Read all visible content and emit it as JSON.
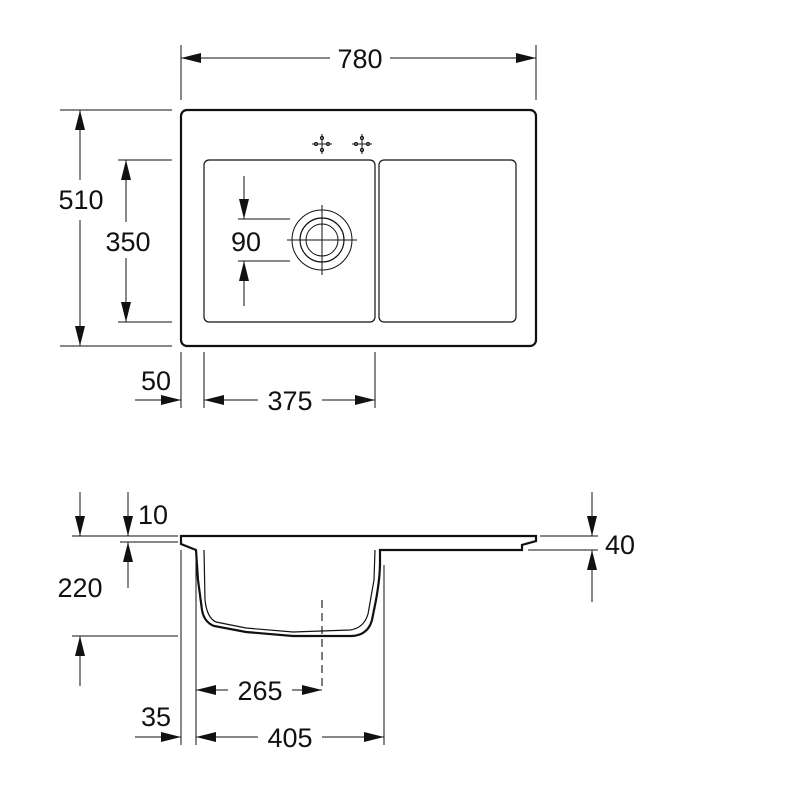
{
  "top_view": {
    "overall_width": "780",
    "overall_depth": "510",
    "bowl_depth": "350",
    "drain_offset": "90",
    "edge_offset": "50",
    "bowl_width": "375"
  },
  "side_view": {
    "rim_thickness": "10",
    "bowl_height": "220",
    "drainboard_height": "40",
    "drain_position": "265",
    "wall_offset": "35",
    "bowl_length": "405"
  }
}
